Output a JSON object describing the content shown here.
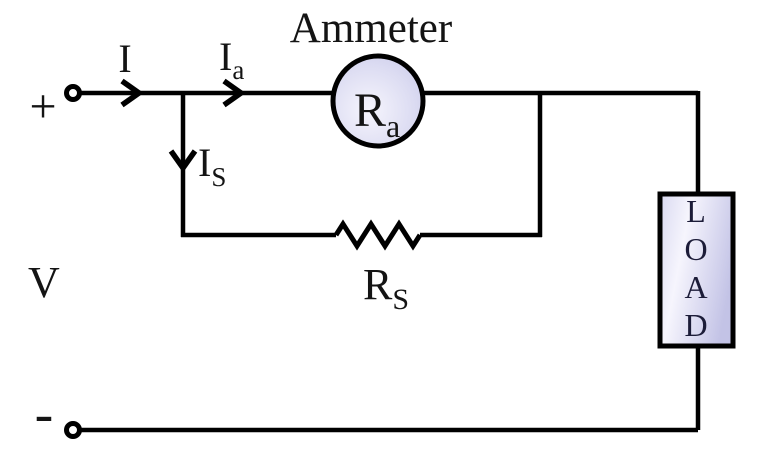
{
  "diagram": {
    "title": "Ammeter",
    "terminals": {
      "positive": "+",
      "negative": "-"
    },
    "source_label": "V",
    "currents": {
      "total": {
        "main": "I"
      },
      "ammeter_branch": {
        "main": "I",
        "sub": "a"
      },
      "shunt_branch": {
        "main": "I",
        "sub": "S"
      }
    },
    "resistors": {
      "ammeter_internal": {
        "main": "R",
        "sub": "a"
      },
      "shunt": {
        "main": "R",
        "sub": "S"
      }
    },
    "load": {
      "letters": [
        "L",
        "O",
        "A",
        "D"
      ]
    },
    "colors": {
      "wire": "#000000",
      "text": "#141414",
      "load_text": "#1c1c38",
      "component_fill_light": "#f6f5fd",
      "component_fill_mid": "#dcdcf2",
      "component_fill_dark": "#c3c3e6",
      "background": "#ffffff"
    }
  }
}
